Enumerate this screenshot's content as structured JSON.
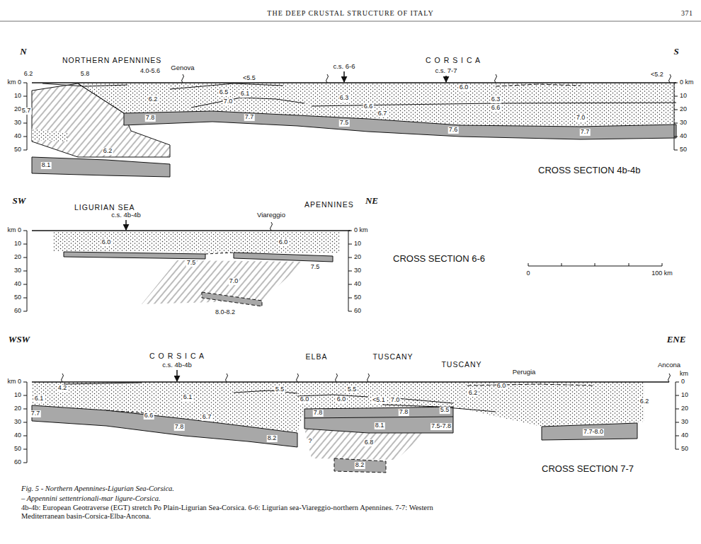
{
  "diagram": {
    "title": "THE DEEP CRUSTAL STRUCTURE OF ITALY",
    "caption": "Fig. 5 - Northern Apennines-Ligurian Sea-Corsica.",
    "labels": [
      "371",
      "N",
      "NORTHERN APENNINES",
      "Genova",
      "c.s. 6-6",
      "C O R S I C A",
      "c.s. 7-7",
      "S",
      "6.2",
      "5.8",
      "4.0-5.6",
      "<5.5",
      "<5.2",
      "km 0",
      "10",
      "20",
      "30",
      "40",
      "50",
      "0 km",
      "10",
      "20",
      "30",
      "40",
      "50",
      "6.0",
      "6.5",
      "6.1",
      "7.0",
      "6.2",
      "5.7",
      "6.3",
      "6.6",
      "6.7",
      "6.3",
      "6.6",
      "7.0",
      "7.8",
      "7.7",
      "7.5",
      "7.6",
      "7.7",
      "6.2",
      "8.1",
      "CROSS SECTION 4b-4b",
      "SW",
      "LIGURIAN SEA",
      "c.s. 4b-4b",
      "Viareggio",
      "APENNINES",
      "NE",
      "km 0",
      "10",
      "20",
      "30",
      "40",
      "50",
      "60",
      "0 km",
      "10",
      "20",
      "30",
      "40",
      "50",
      "60",
      "6.0",
      "6.0",
      "7.5",
      "7.5",
      "7.0",
      "8.0-8.2",
      "CROSS SECTION 6-6",
      "0",
      "100 km",
      "WSW",
      "C O R S I C A",
      "c.s. 4b-4b",
      "ELBA",
      "TUSCANY",
      "TUSCANY",
      "Perugia",
      "ENE",
      "Ancona",
      "km",
      "km 0",
      "10",
      "20",
      "30",
      "40",
      "50",
      "60",
      "0",
      "10",
      "20",
      "30",
      "40",
      "50",
      "4.2",
      "6.1",
      "6.1",
      "5.5",
      "5.5",
      "6.0",
      "6.0",
      "<5.1",
      "7.0",
      "6.2",
      "6.0",
      "6.2",
      "5.5",
      "6.6",
      "6.7",
      "7.7",
      "7.8",
      "7.8",
      "7.8",
      "8.1",
      "7.5-7.8",
      "8.2",
      "?",
      "6.8",
      "7.7-8.0",
      "8.2",
      "CROSS SECTION 7-7",
      "– Appennini settentrionali-mar ligure-Corsica.",
      "4b-4b: European Geotraverse (EGT) stretch Po Plain-Ligurian Sea-Corsica. 6-6: Ligurian sea-Viareggio-northern Apennines. 7-7: Western Mediterranean basin-Corsica-Elba-Ancona."
    ]
  }
}
